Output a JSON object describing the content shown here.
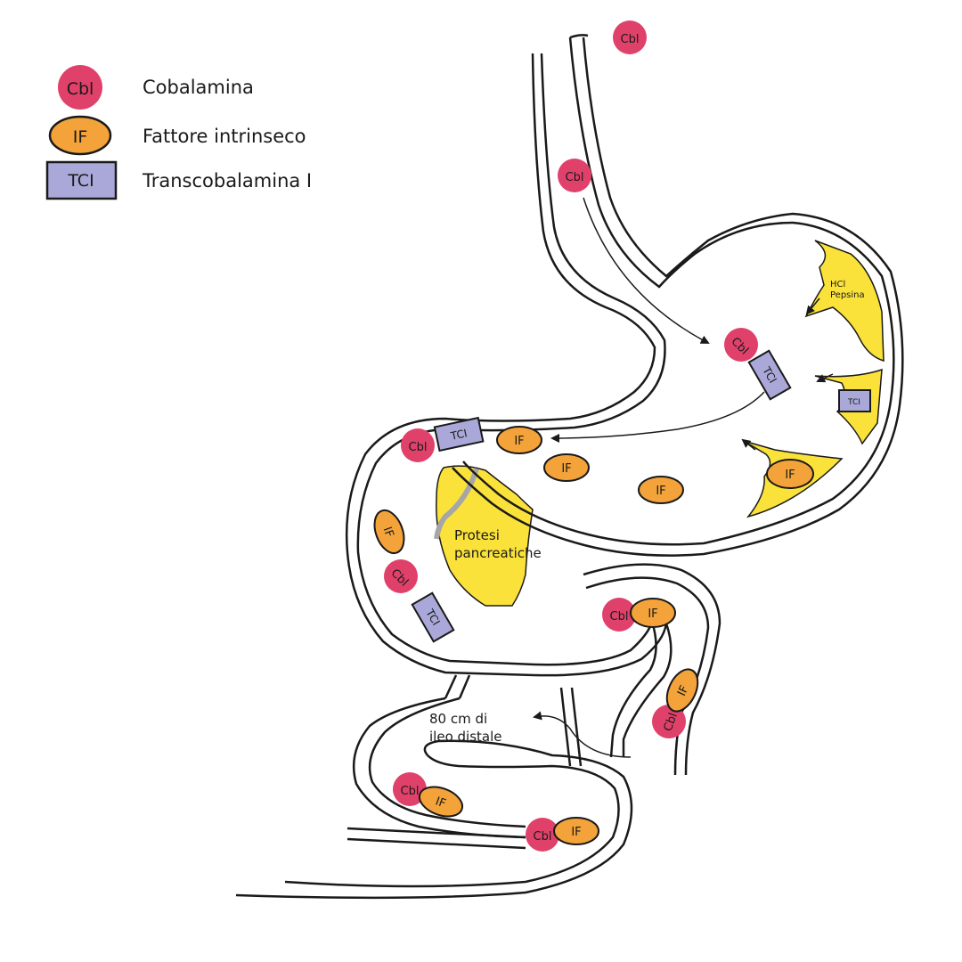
{
  "colors": {
    "cbl": "#e0416b",
    "intrinsic_factor": "#f3a33a",
    "transcobalamin": "#a9a8d8",
    "secretion": "#fbe23a",
    "outline": "#1a1a1a",
    "stroke_secondary": "#a6a6a6"
  },
  "legend": {
    "items": [
      {
        "symbol": "Cbl",
        "label": "Cobalamina",
        "shape": "circle"
      },
      {
        "symbol": "IF",
        "label": "Fattore intrinseco",
        "shape": "ellipse"
      },
      {
        "symbol": "TCI",
        "label": "Transcobalamina I",
        "shape": "rectangle"
      }
    ]
  },
  "molecules": {
    "cbl": "Cbl",
    "if": "IF",
    "tci": "TCI"
  },
  "annotations": {
    "stomach_secretion_line1": "HCl",
    "stomach_secretion_line2": "Pepsina",
    "pancreas_line1": "Protesi",
    "pancreas_line2": "pancreatiche",
    "ileum_line1": "80 cm di",
    "ileum_line2": "ileo distale"
  },
  "icons": {
    "arrow": "arrowhead-icon"
  }
}
